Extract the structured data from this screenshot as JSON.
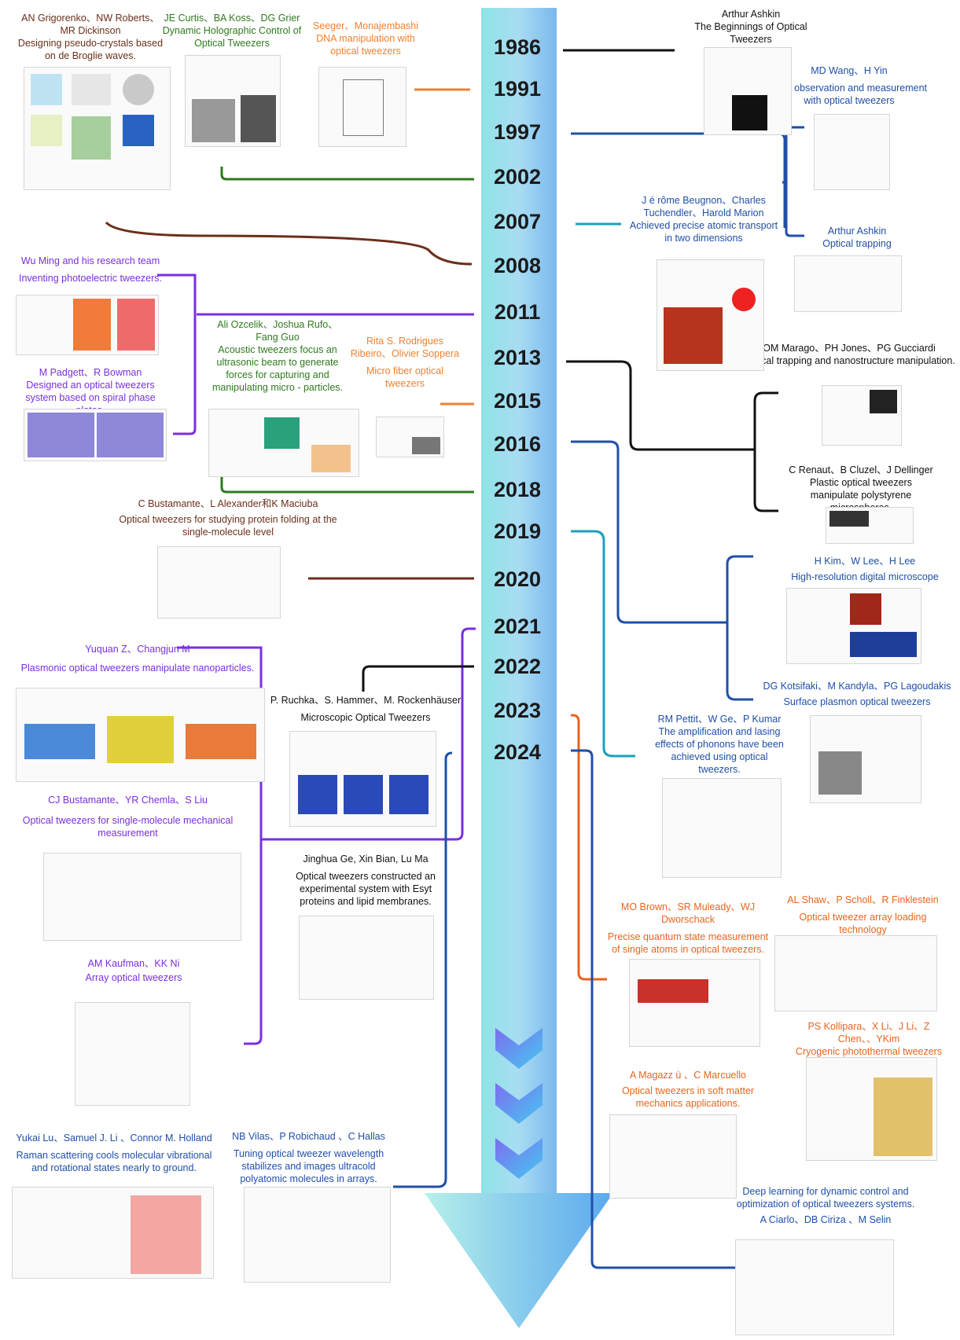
{
  "years": [
    "1986",
    "1991",
    "1997",
    "2002",
    "2007",
    "2008",
    "2011",
    "2013",
    "2015",
    "2016",
    "2018",
    "2019",
    "2020",
    "2021",
    "2022",
    "2023",
    "2024"
  ],
  "colors": {
    "black": "#111111",
    "orange": "#f08030",
    "blue": "#1f4fa8",
    "green": "#2e7a1e",
    "brown": "#6b2f1a",
    "purple": "#7a2fe0",
    "teal": "#1aa0c0",
    "redorange": "#e8641e"
  },
  "annotations": {
    "grigorenko": {
      "title": "AN Grigorenko、NW Roberts、MR Dickinson",
      "text": "Designing pseudo-crystals based on de Broglie waves."
    },
    "curtis": {
      "title": "JE Curtis、BA Koss、DG Grier",
      "text": "Dynamic Holographic Control of Optical Tweezers"
    },
    "seeger": {
      "title": "Seeger、Monajembashi",
      "text": "DNA manipulation with optical tweezers"
    },
    "ashkin1986": {
      "title": "Arthur Ashkin",
      "text": "The Beginnings of Optical Tweezers"
    },
    "wang": {
      "title": "MD Wang、H Yin",
      "text": "DNA observation and measurement with optical tweezers"
    },
    "beugnon": {
      "title": "J é rôme Beugnon、Charles Tuchendler、Harold Marion",
      "text": "Achieved precise atomic transport in two dimensions"
    },
    "ashkin2": {
      "title": "Arthur Ashkin",
      "text": "Optical trapping"
    },
    "wuming": {
      "title": "Wu Ming and his research team",
      "text": "Inventing photoelectric tweezers."
    },
    "padgett": {
      "title": "M Padgett、R Bowman",
      "text": "Designed an optical tweezers system based on spiral phase plates."
    },
    "ozcelik": {
      "title": "Ali Ozcelik、Joshua Rufo、Fang Guo",
      "text": "Acoustic tweezers focus an ultrasonic beam to generate forces for capturing and manipulating micro - particles."
    },
    "ribeiro": {
      "title": "Rita S. Rodrigues Ribeiro、Olivier Soppera",
      "text": "Micro fiber optical tweezers"
    },
    "marago": {
      "title": "OM Marago、PH Jones、PG Gucciardi",
      "text": "Optical trapping and nanostructure manipulation."
    },
    "renaut": {
      "title": "C Renaut、B Cluzel、J Dellinger",
      "text": "Plastic optical tweezers manipulate polystyrene microspheres."
    },
    "bustamante2020": {
      "title": "C Bustamante、L Alexander和K Maciuba",
      "text": "Optical tweezers for studying protein folding at the single-molecule level"
    },
    "kim": {
      "title": "H Kim、W Lee、H Lee",
      "text": "High-resolution digital microscope"
    },
    "yuquan": {
      "title": "Yuquan Z、Changjun M",
      "text": "Plasmonic optical tweezers manipulate nanoparticles."
    },
    "ruchka": {
      "title": "P. Ruchka、S. Hammer、M. Rockenhäuser",
      "text": "Microscopic Optical Tweezers"
    },
    "kotsifaki": {
      "title": "DG Kotsifaki、M Kandyla、PG Lagoudakis",
      "text": "Surface plasmon optical tweezers"
    },
    "pettit": {
      "title": "RM Pettit、W Ge、P Kumar",
      "text": "The amplification and lasing effects of phonons have been achieved using optical tweezers."
    },
    "bustamante2": {
      "title": "CJ Bustamante、YR Chemla、S Liu",
      "text": "Optical tweezers for single-molecule mechanical measurement"
    },
    "ge": {
      "title": "Jinghua Ge, Xin Bian, Lu Ma",
      "text": "Optical tweezers constructed an experimental system with Esyt proteins and lipid membranes."
    },
    "brown": {
      "title": "MO Brown、SR Muleady、WJ Dworschack",
      "text": "Precise quantum state measurement of single atoms in optical tweezers."
    },
    "shaw": {
      "title": "AL Shaw、P Scholl、R Finklestein",
      "text": "Optical tweezer array loading technology"
    },
    "kaufman": {
      "title": "AM Kaufman、KK Ni",
      "text": "Array optical tweezers"
    },
    "kollipara": {
      "title": "PS Kollipara、X Li、J Li、Z Chen、、YKim",
      "text": "Cryogenic photothermal tweezers"
    },
    "magazzu": {
      "title": "A Magazz ù 、C Marcuello",
      "text": "Optical tweezers in soft matter mechanics applications."
    },
    "lu": {
      "title": "Yukai Lu、Samuel J. Li 、Connor M. Holland",
      "text": "Raman scattering cools molecular vibrational and rotational states nearly to ground."
    },
    "vilas": {
      "title": "NB Vilas、P Robichaud 、C Hallas",
      "text": "Tuning optical tweezer wavelength stabilizes and images ultracold polyatomic molecules in arrays."
    },
    "ciarlo": {
      "title": "A Ciarlo、DB Ciriza 、M Selin",
      "text": "Deep learning for dynamic control and optimization of optical tweezers systems."
    }
  }
}
